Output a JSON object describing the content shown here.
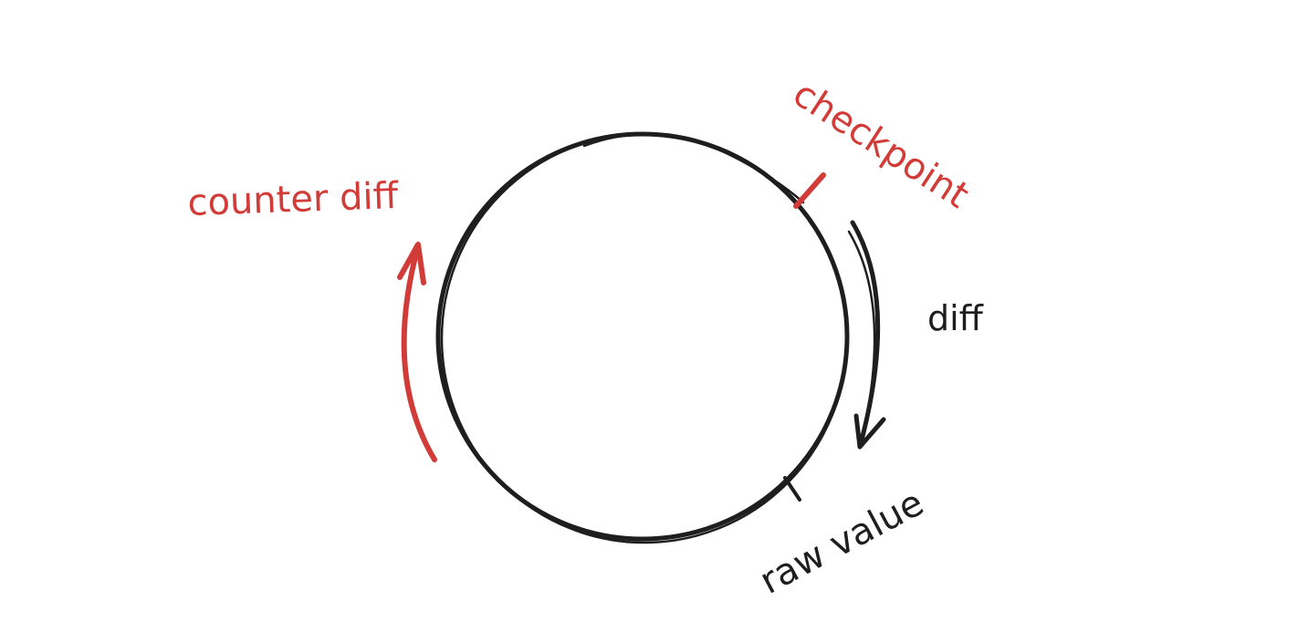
{
  "labels": {
    "checkpoint": "checkpoint",
    "counter_diff": "counter diff",
    "diff": "diff",
    "raw_value": "raw value"
  },
  "colors": {
    "stroke": "#1e1e1e",
    "accent": "#d13c38",
    "background": "#ffffff"
  }
}
